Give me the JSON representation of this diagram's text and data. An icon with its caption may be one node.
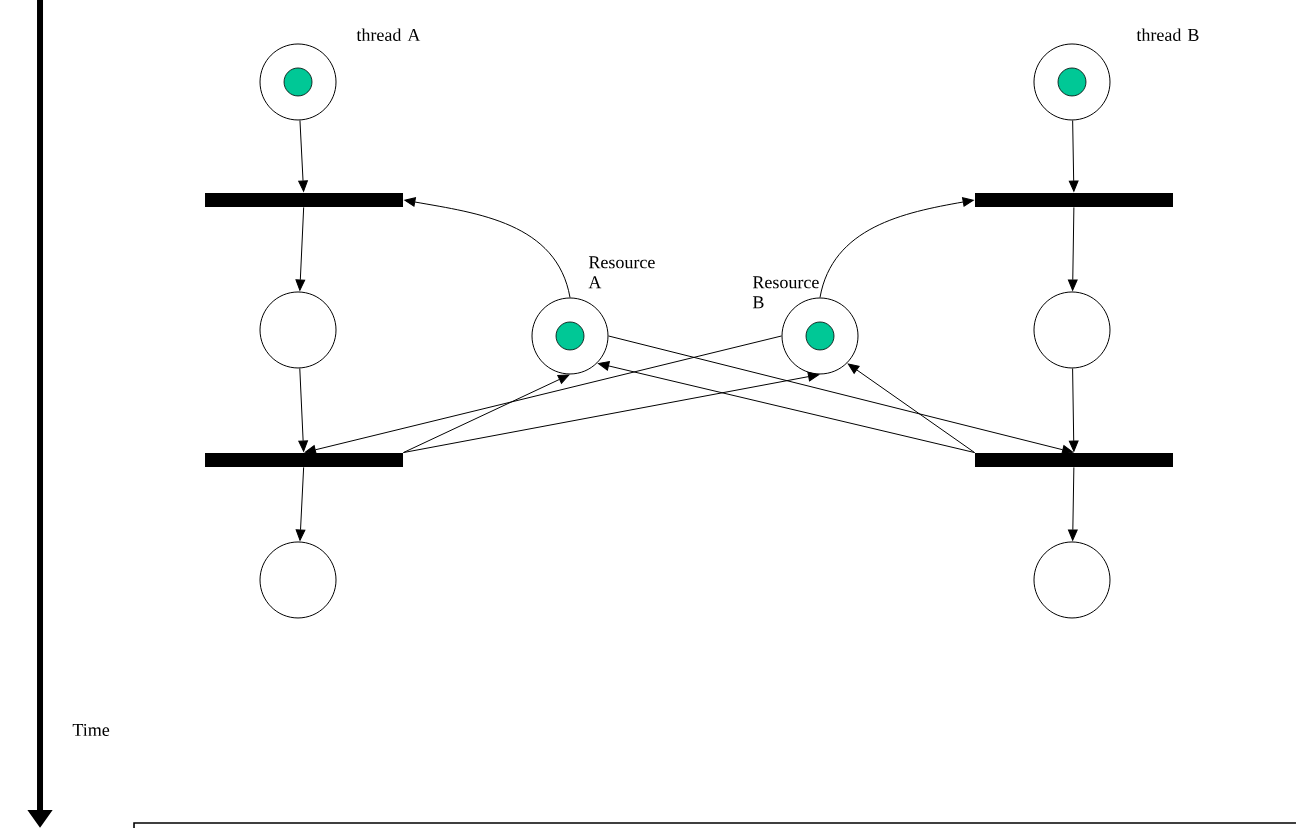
{
  "diagram": {
    "nodes": [
      {
        "text": [],
        "shape": "circle",
        "beside": [
          "thread A"
        ]
      },
      {
        "text": [],
        "shape": "bar"
      },
      {
        "text": [],
        "shape": "circle"
      },
      {
        "text": [],
        "shape": "bar"
      },
      {
        "text": [],
        "shape": "circle"
      },
      {
        "text": [],
        "shape": "circle",
        "beside": [
          "thread B"
        ]
      },
      {
        "text": [],
        "shape": "bar"
      },
      {
        "text": [],
        "shape": "circle"
      },
      {
        "text": [],
        "shape": "bar"
      },
      {
        "text": [],
        "shape": "circle"
      },
      {
        "text": [],
        "shape": "circle",
        "beside": [
          "Resource A"
        ]
      },
      {
        "text": [],
        "shape": "circle",
        "beside": [
          "Resource B"
        ]
      }
    ],
    "edges": [
      {
        "from": 0,
        "to": 1,
        "arrow": "to"
      },
      {
        "from": 1,
        "to": 2,
        "arrow": "to"
      },
      {
        "from": 2,
        "to": 3,
        "arrow": "to"
      },
      {
        "from": 3,
        "to": 4,
        "arrow": "to"
      },
      {
        "from": 5,
        "to": 6,
        "arrow": "to"
      },
      {
        "from": 6,
        "to": 7,
        "arrow": "to"
      },
      {
        "from": 7,
        "to": 8,
        "arrow": "to"
      },
      {
        "from": 8,
        "to": 9,
        "arrow": "to"
      },
      {
        "from": 10,
        "to": 1,
        "arrow": "to"
      },
      {
        "from": 11,
        "to": 6,
        "arrow": "to"
      },
      {
        "from": 11,
        "to": 3,
        "arrow": "to"
      },
      {
        "from": 3,
        "to": 10,
        "arrow": "to"
      },
      {
        "from": 3,
        "to": 11,
        "arrow": "to"
      },
      {
        "from": 10,
        "to": 8,
        "arrow": "to"
      },
      {
        "from": 8,
        "to": 10,
        "arrow": "to"
      },
      {
        "from": 8,
        "to": 11,
        "arrow": "to"
      }
    ],
    "labels": [
      "Time"
    ]
  }
}
